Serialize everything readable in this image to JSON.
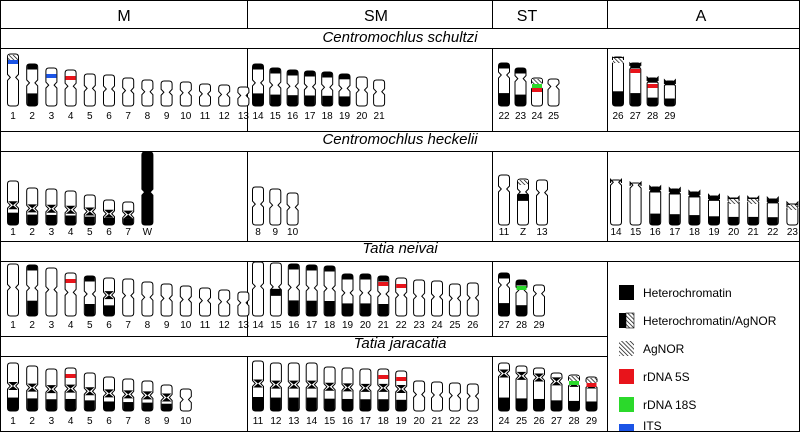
{
  "columns": [
    "M",
    "SM",
    "ST",
    "A"
  ],
  "species": [
    {
      "name": "Centromochlus schultzi",
      "groups": [
        {
          "labels": [
            "1",
            "2",
            "3",
            "4",
            "5",
            "6",
            "7",
            "8",
            "9",
            "10",
            "11",
            "12",
            "13"
          ],
          "marks": {
            "1": [
              "blue",
              "hatched-band"
            ],
            "3": [
              "blue"
            ],
            "4": [
              "red"
            ]
          },
          "het": {
            "2": "cap"
          }
        },
        {
          "labels": [
            "14",
            "15",
            "16",
            "17",
            "18",
            "19",
            "20",
            "21"
          ],
          "het": {
            "14": "cap",
            "15": "cap",
            "16": "cap",
            "17": "cap",
            "18": "cap",
            "19": "cap"
          }
        },
        {
          "labels": [
            "22",
            "23",
            "24",
            "25"
          ],
          "marks": {
            "24": [
              "green",
              "red",
              "hatched-band"
            ]
          },
          "het": {
            "22": "cap",
            "23": "cap"
          }
        },
        {
          "labels": [
            "26",
            "27",
            "28",
            "29"
          ],
          "marks": {
            "26": [
              "hatched-band"
            ],
            "27": [
              "red"
            ],
            "28": [
              "red"
            ]
          },
          "het": {
            "26": "cap",
            "27": "cap",
            "28": "cap",
            "29": "cap"
          }
        }
      ]
    },
    {
      "name": "Centromochlus heckelii",
      "groups": [
        {
          "labels": [
            "1",
            "2",
            "3",
            "4",
            "5",
            "6",
            "7",
            "W"
          ],
          "het": {
            "1": "cen",
            "2": "cen",
            "3": "cen",
            "4": "cen",
            "5": "cen",
            "6": "cen",
            "7": "cen",
            "W": "full"
          }
        },
        {
          "labels": [
            "8",
            "9",
            "10"
          ]
        },
        {
          "labels": [
            "11",
            "Z",
            "13"
          ],
          "marks": {
            "Z": [
              "hatched-band"
            ]
          },
          "het": {
            "Z": "band"
          }
        },
        {
          "labels": [
            "14",
            "15",
            "16",
            "17",
            "18",
            "19",
            "20",
            "21",
            "22",
            "23"
          ],
          "marks": {
            "20": [
              "hatched-band"
            ],
            "21": [
              "hatched-band"
            ],
            "23": [
              "hatched-band"
            ]
          },
          "het": {
            "16": "cap",
            "17": "cap",
            "18": "cap",
            "19": "cap",
            "20": "cap",
            "21": "cap",
            "22": "cap"
          }
        }
      ]
    },
    {
      "name": "Tatia neivai",
      "groups": [
        {
          "labels": [
            "1",
            "2",
            "3",
            "4",
            "5",
            "6",
            "7",
            "8",
            "9",
            "10",
            "11",
            "12",
            "13"
          ],
          "marks": {
            "4": [
              "red"
            ]
          },
          "het": {
            "2": "cap",
            "5": "cap",
            "6": "cen"
          }
        },
        {
          "labels": [
            "14",
            "15",
            "16",
            "17",
            "18",
            "19",
            "20",
            "21",
            "22",
            "23",
            "24",
            "25",
            "26"
          ],
          "marks": {
            "21": [
              "red"
            ],
            "22": [
              "red"
            ]
          },
          "het": {
            "15": "band",
            "16": "cap",
            "17": "cap",
            "18": "cap",
            "19": "cap",
            "20": "cap",
            "21": "cap"
          }
        },
        {
          "labels": [
            "27",
            "28",
            "29"
          ],
          "marks": {
            "28": [
              "green"
            ]
          },
          "het": {
            "27": "cap",
            "28": "cap"
          }
        }
      ]
    },
    {
      "name": "Tatia jaracatia",
      "groups": [
        {
          "labels": [
            "1",
            "2",
            "3",
            "4",
            "5",
            "6",
            "7",
            "8",
            "9",
            "10"
          ],
          "marks": {
            "4": [
              "red"
            ]
          },
          "het": {
            "1": "cen",
            "2": "cen",
            "3": "cen",
            "4": "cen",
            "5": "cen",
            "6": "cen",
            "7": "cen",
            "8": "cen",
            "9": "cen"
          }
        },
        {
          "labels": [
            "11",
            "12",
            "13",
            "14",
            "15",
            "16",
            "17",
            "18",
            "19",
            "20",
            "21",
            "22",
            "23"
          ],
          "marks": {
            "18": [
              "red"
            ],
            "19": [
              "red"
            ]
          },
          "het": {
            "11": "cen",
            "12": "cen",
            "13": "cen",
            "14": "cen",
            "15": "cen",
            "16": "cen",
            "17": "cen",
            "18": "cen",
            "19": "cen"
          }
        },
        {
          "labels": [
            "24",
            "25",
            "26",
            "27",
            "28",
            "29"
          ],
          "marks": {
            "28": [
              "green",
              "hatched-band"
            ],
            "29": [
              "red",
              "hatched-band"
            ]
          },
          "het": {
            "24": "cen",
            "25": "cen",
            "26": "cen",
            "27": "cen",
            "28": "cen",
            "29": "cen"
          }
        }
      ]
    }
  ],
  "legend": [
    {
      "key": "heterochromatin",
      "label": "Heterochromatin",
      "fill": "#000000"
    },
    {
      "key": "het-agnor",
      "label": "Heterochromatin/AgNOR",
      "fill": "half"
    },
    {
      "key": "agnor",
      "label": "AgNOR",
      "fill": "hatch"
    },
    {
      "key": "rdna5s",
      "label": "rDNA 5S",
      "fill": "#e8141b"
    },
    {
      "key": "rdna18s",
      "label": "rDNA 18S",
      "fill": "#2bd92b"
    },
    {
      "key": "its",
      "label": "ITS",
      "fill": "#1b54e6"
    }
  ],
  "colors": {
    "red": "#e8141b",
    "green": "#2bd92b",
    "blue": "#1b54e6",
    "line": "#000000"
  }
}
